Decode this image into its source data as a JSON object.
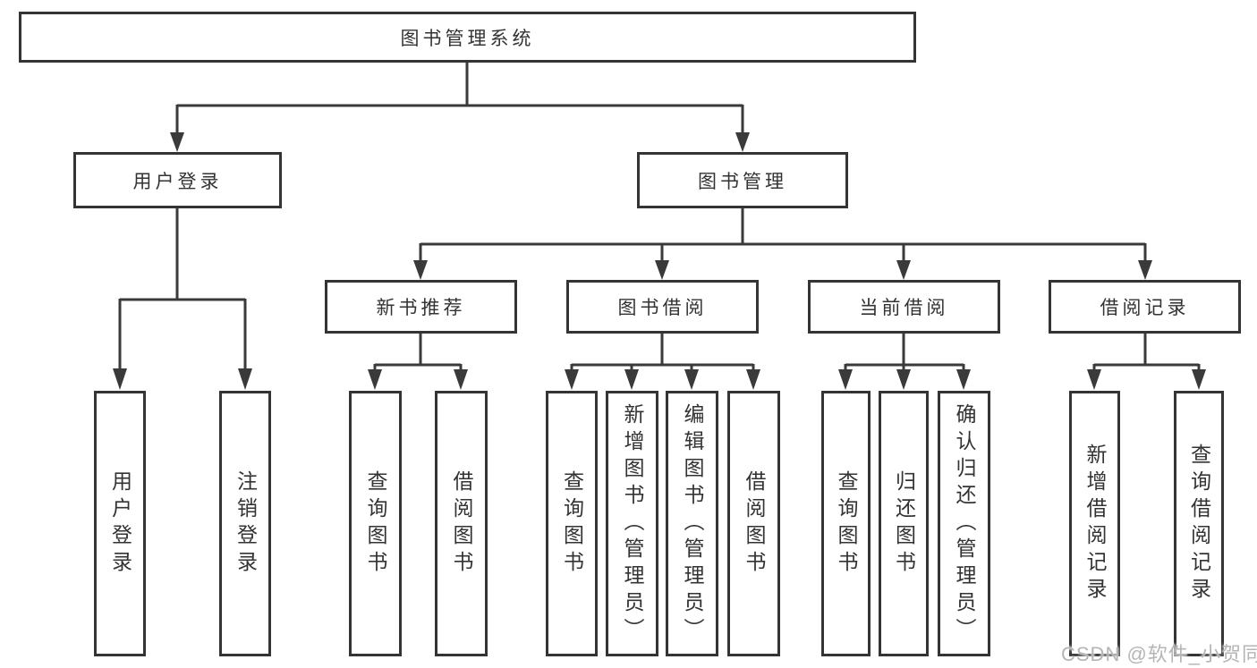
{
  "diagram": {
    "root": {
      "label": "图书管理系统"
    },
    "level2": [
      {
        "label": "用户登录"
      },
      {
        "label": "图书管理"
      }
    ],
    "level3": [
      {
        "label": "新书推荐"
      },
      {
        "label": "图书借阅"
      },
      {
        "label": "当前借阅"
      },
      {
        "label": "借阅记录"
      }
    ],
    "leaves": {
      "user_login": [
        "用户登录",
        "注销登录"
      ],
      "new_books": [
        "查询图书",
        "借阅图书"
      ],
      "book_borrow": [
        "查询图书",
        "新增图书（管理员）",
        "编辑图书（管理员）",
        "借阅图书"
      ],
      "current_borrow": [
        "查询图书",
        "归还图书",
        "确认归还（管理员）"
      ],
      "borrow_records": [
        "新增借阅记录",
        "查询借阅记录"
      ]
    }
  },
  "watermark": {
    "text": "CSDN @软件_小贺同学"
  },
  "colors": {
    "line": "#3a3a3a",
    "box_border": "#343434",
    "text": "#333333",
    "watermark": "#b5b5b5",
    "background": "#ffffff"
  }
}
